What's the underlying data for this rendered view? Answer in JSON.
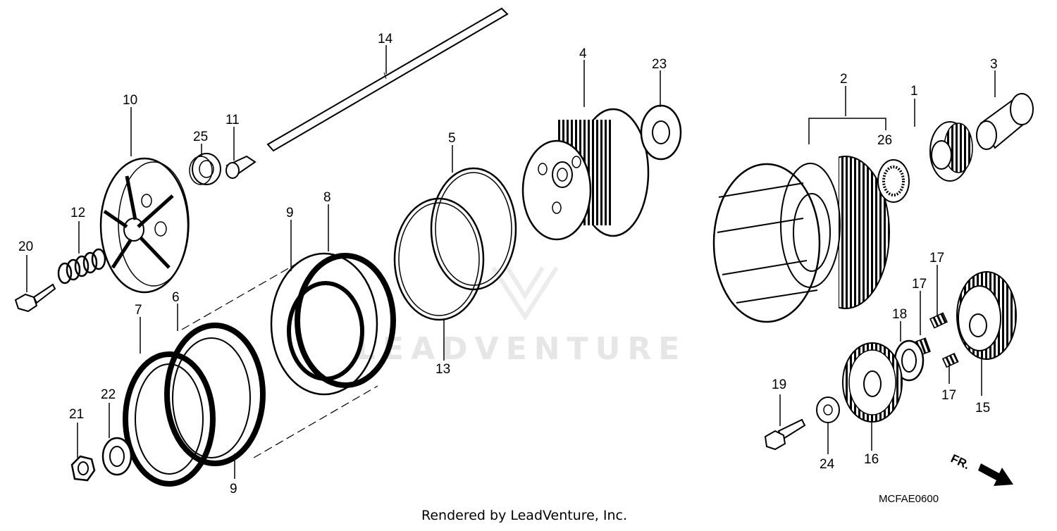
{
  "diagram": {
    "code": "MCFAE0600",
    "credit": "Rendered by LeadVenture, Inc.",
    "direction_label": "FR.",
    "watermark": "LEADVENTURE",
    "callouts": [
      {
        "id": "c1",
        "label": "1"
      },
      {
        "id": "c2",
        "label": "2"
      },
      {
        "id": "c3",
        "label": "3"
      },
      {
        "id": "c4",
        "label": "4"
      },
      {
        "id": "c5",
        "label": "5"
      },
      {
        "id": "c6",
        "label": "6"
      },
      {
        "id": "c7",
        "label": "7"
      },
      {
        "id": "c8",
        "label": "8"
      },
      {
        "id": "c9a",
        "label": "9"
      },
      {
        "id": "c9b",
        "label": "9"
      },
      {
        "id": "c10",
        "label": "10"
      },
      {
        "id": "c11",
        "label": "11"
      },
      {
        "id": "c12",
        "label": "12"
      },
      {
        "id": "c13",
        "label": "13"
      },
      {
        "id": "c14",
        "label": "14"
      },
      {
        "id": "c15",
        "label": "15"
      },
      {
        "id": "c16",
        "label": "16"
      },
      {
        "id": "c17a",
        "label": "17"
      },
      {
        "id": "c17b",
        "label": "17"
      },
      {
        "id": "c17c",
        "label": "17"
      },
      {
        "id": "c18",
        "label": "18"
      },
      {
        "id": "c19",
        "label": "19"
      },
      {
        "id": "c20",
        "label": "20"
      },
      {
        "id": "c21",
        "label": "21"
      },
      {
        "id": "c22",
        "label": "22"
      },
      {
        "id": "c23",
        "label": "23"
      },
      {
        "id": "c24",
        "label": "24"
      },
      {
        "id": "c25",
        "label": "25"
      },
      {
        "id": "c26",
        "label": "26"
      }
    ]
  }
}
